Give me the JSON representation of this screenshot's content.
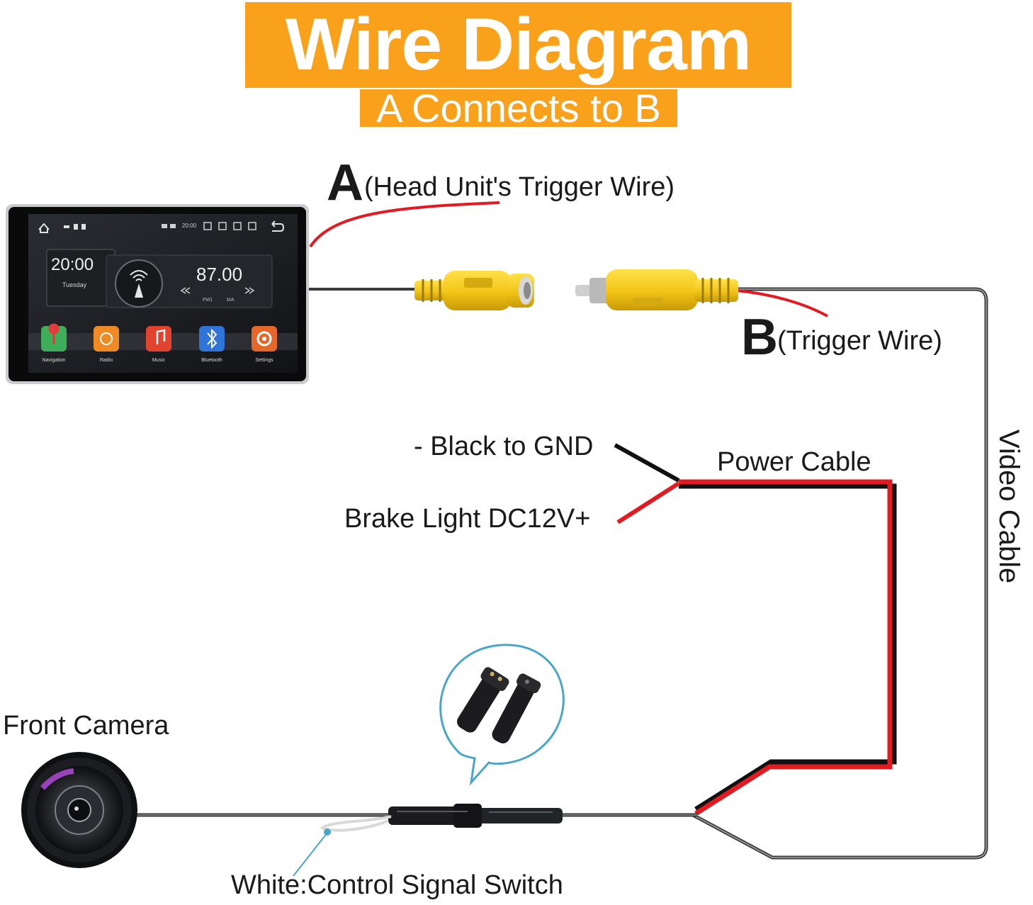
{
  "title": "Wire Diagram",
  "subtitle": "A Connects to B",
  "labels": {
    "a_letter": "A",
    "a_text": "(Head Unit's Trigger Wire)",
    "b_letter": "B",
    "b_text": "(Trigger Wire)",
    "black_gnd": "- Black to GND",
    "brake_light": "Brake Light DC12V+",
    "power_cable": "Power Cable",
    "video_cable": "Video Cable",
    "front_camera": "Front Camera",
    "white_signal": "White:Control Signal Switch"
  },
  "head_unit": {
    "time": "20:00",
    "day": "Tuesday",
    "frequency": "87.00",
    "band_a": "FM1",
    "band_b": "MA",
    "status_time": "20:00",
    "apps": [
      "Navigation",
      "Radio",
      "Music",
      "Bluetooth",
      "Settings"
    ]
  },
  "colors": {
    "accent": "#f9a11b",
    "red_wire": "#e11b22",
    "black_wire": "#111111",
    "video_wire": "#3a3a3a",
    "connector_yellow": "#f2c416",
    "callout_blue": "#4aa6c9"
  }
}
